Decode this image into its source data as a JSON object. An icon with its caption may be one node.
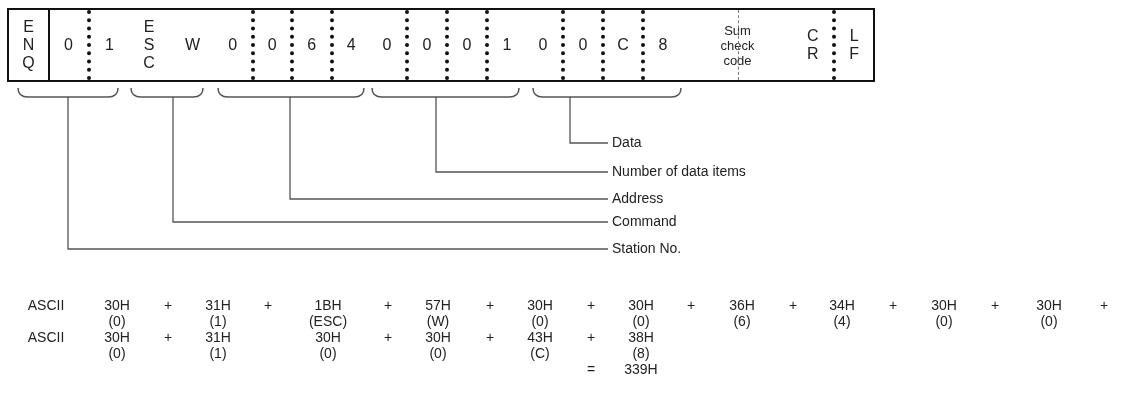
{
  "diagram": {
    "nodes": [
      {
        "text": [
          "E N Q"
        ]
      },
      {
        "text": [
          "0",
          "1"
        ]
      },
      {
        "text": [
          "E S C"
        ]
      },
      {
        "text": [
          "W"
        ]
      },
      {
        "text": [
          "0",
          "0",
          "6",
          "4"
        ]
      },
      {
        "text": [
          "0",
          "0",
          "0",
          "1"
        ]
      },
      {
        "text": [
          "0",
          "0",
          "C",
          "8"
        ]
      },
      {
        "text": [
          "Sum check code"
        ]
      },
      {
        "text": [
          "C R",
          "L F"
        ]
      },
      {
        "text": [],
        "shape": "bracket"
      },
      {
        "text": [],
        "shape": "bracket"
      },
      {
        "text": [],
        "shape": "bracket"
      },
      {
        "text": [],
        "shape": "bracket"
      },
      {
        "text": [],
        "shape": "bracket"
      },
      {
        "text": [
          "Data"
        ]
      },
      {
        "text": [
          "Number of data items"
        ]
      },
      {
        "text": [
          "Address"
        ]
      },
      {
        "text": [
          "Command"
        ]
      },
      {
        "text": [
          "Station No."
        ]
      }
    ],
    "edges": [
      {
        "from": 14,
        "to": 13,
        "arrow": "none"
      },
      {
        "from": 15,
        "to": 12,
        "arrow": "none"
      },
      {
        "from": 16,
        "to": 11,
        "arrow": "none"
      },
      {
        "from": 17,
        "to": 10,
        "arrow": "none"
      },
      {
        "from": 18,
        "to": 9,
        "arrow": "none"
      }
    ],
    "labels": [
      "ASCII",
      "30H",
      "+",
      "31H",
      "+",
      "1BH",
      "+",
      "57H",
      "+",
      "30H",
      "+",
      "30H",
      "+",
      "36H",
      "+",
      "34H",
      "+",
      "30H",
      "+",
      "30H",
      "+",
      "(0)",
      "(1)",
      "(ESC)",
      "(W)",
      "(0)",
      "(0)",
      "(6)",
      "(4)",
      "(0)",
      "(0)",
      "ASCII",
      "30H",
      "+",
      "31H",
      "30H",
      "+",
      "30H",
      "+",
      "43H",
      "+",
      "38H",
      "(0)",
      "(1)",
      "(0)",
      "(0)",
      "(C)",
      "(8)",
      "=",
      "339H"
    ]
  }
}
